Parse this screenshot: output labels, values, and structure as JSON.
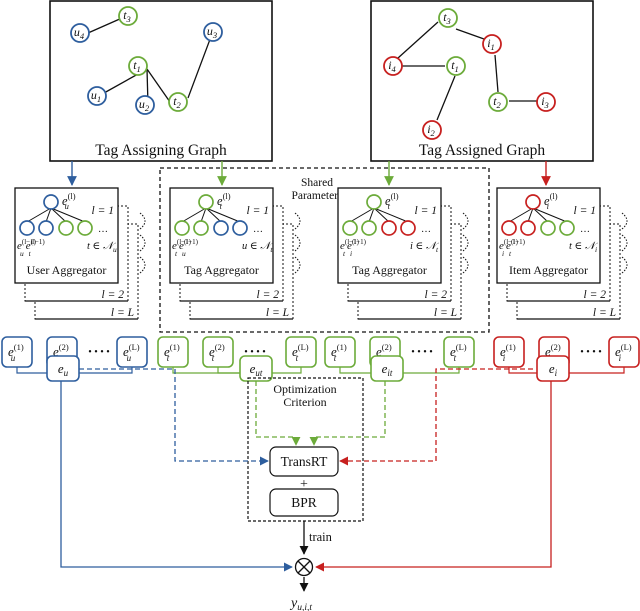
{
  "colors": {
    "blue": "#2e5e9e",
    "green": "#6cab3a",
    "red": "#c7201f",
    "black": "#111111"
  },
  "graphs": {
    "left": {
      "title": "Tag Assigning Graph",
      "nodes": [
        {
          "id": "u4",
          "base": "u",
          "sub": "4",
          "color": "blue"
        },
        {
          "id": "t3",
          "base": "t",
          "sub": "3",
          "color": "green"
        },
        {
          "id": "u3",
          "base": "u",
          "sub": "3",
          "color": "blue"
        },
        {
          "id": "t1",
          "base": "t",
          "sub": "1",
          "color": "green"
        },
        {
          "id": "u1",
          "base": "u",
          "sub": "1",
          "color": "blue"
        },
        {
          "id": "u2",
          "base": "u",
          "sub": "2",
          "color": "blue"
        },
        {
          "id": "t2",
          "base": "t",
          "sub": "2",
          "color": "green"
        }
      ]
    },
    "right": {
      "title": "Tag Assigned Graph",
      "nodes": [
        {
          "id": "t3",
          "base": "t",
          "sub": "3",
          "color": "green"
        },
        {
          "id": "i1",
          "base": "i",
          "sub": "1",
          "color": "red"
        },
        {
          "id": "i4",
          "base": "i",
          "sub": "4",
          "color": "red"
        },
        {
          "id": "t1",
          "base": "t",
          "sub": "1",
          "color": "green"
        },
        {
          "id": "i2",
          "base": "i",
          "sub": "2",
          "color": "red"
        },
        {
          "id": "t2",
          "base": "t",
          "sub": "2",
          "color": "green"
        },
        {
          "id": "i3",
          "base": "i",
          "sub": "3",
          "color": "red"
        }
      ]
    }
  },
  "shared_label": [
    "Shared",
    "Parameters"
  ],
  "aggregators": [
    {
      "name": "User Aggregator",
      "top": "e",
      "top_sub": "u",
      "left": "u",
      "right": "t",
      "cond": "t ∈ 𝒩",
      "cond_sub": "u",
      "colors": [
        "blue",
        "blue",
        "green",
        "green"
      ]
    },
    {
      "name": "Tag Aggregator",
      "top": "e",
      "top_sub": "t",
      "left": "t",
      "right": "u",
      "cond": "u ∈ 𝒩",
      "cond_sub": "t",
      "colors": [
        "green",
        "green",
        "blue",
        "blue"
      ]
    },
    {
      "name": "Tag Aggregator",
      "top": "e",
      "top_sub": "t",
      "left": "t",
      "right": "i",
      "cond": "i ∈ 𝒩",
      "cond_sub": "t",
      "colors": [
        "green",
        "green",
        "red",
        "red"
      ]
    },
    {
      "name": "Item Aggregator",
      "top": "e",
      "top_sub": "i",
      "left": "i",
      "right": "t",
      "cond": "t ∈ 𝒩",
      "cond_sub": "i",
      "colors": [
        "red",
        "red",
        "green",
        "green"
      ]
    }
  ],
  "layers": {
    "l1": "l = 1",
    "l2": "l = 2",
    "lL": "l = L"
  },
  "layer_superscripts": [
    "(1)",
    "(2)",
    "(L)"
  ],
  "layer_top_sup": "(l)",
  "layer_child_sup": "(l−1)",
  "ellipsis": "• • • •",
  "combined": [
    {
      "base": "e",
      "sub": "u",
      "color": "blue"
    },
    {
      "base": "e",
      "sub": "ut",
      "color": "green"
    },
    {
      "base": "e",
      "sub": "it",
      "color": "green"
    },
    {
      "base": "e",
      "sub": "i",
      "color": "red"
    }
  ],
  "optimization": {
    "title_1": "Optimization",
    "title_2": "Criterion",
    "transrt": "TransRT",
    "plus": "+",
    "bpr": "BPR"
  },
  "train": "train",
  "combine_op": "⊗",
  "output": {
    "base": "y",
    "sub": "u,i,t"
  }
}
